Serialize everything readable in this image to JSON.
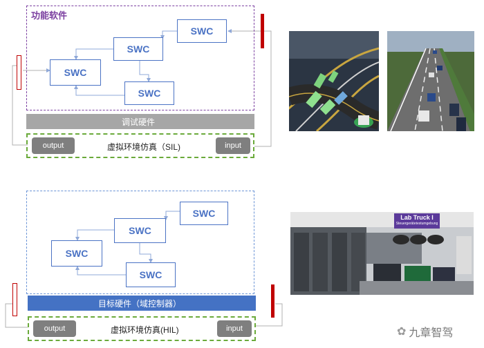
{
  "sil": {
    "functional_title": "功能软件",
    "swc_label": "SWC",
    "debug_hw_label": "调试硬件",
    "env_label": "虚拟环境仿真（SIL)",
    "output_label": "output",
    "input_label": "input"
  },
  "hil": {
    "swc_label": "SWC",
    "target_hw_label": "目标硬件（域控制器）",
    "env_label": "虚拟环境仿真(HIL)",
    "output_label": "output",
    "input_label": "input"
  },
  "lab_sign": {
    "title": "Lab Truck I",
    "subtitle": "Steuergerätetestumgebung"
  },
  "watermark": "九章智驾",
  "colors": {
    "swc_blue": "#4a72c4",
    "functional_border": "#7b3fa0",
    "env_border": "#6aaa3a",
    "bar_gray": "#a6a6a6",
    "target_blue": "#4472c4",
    "red_bar": "#c00000"
  }
}
